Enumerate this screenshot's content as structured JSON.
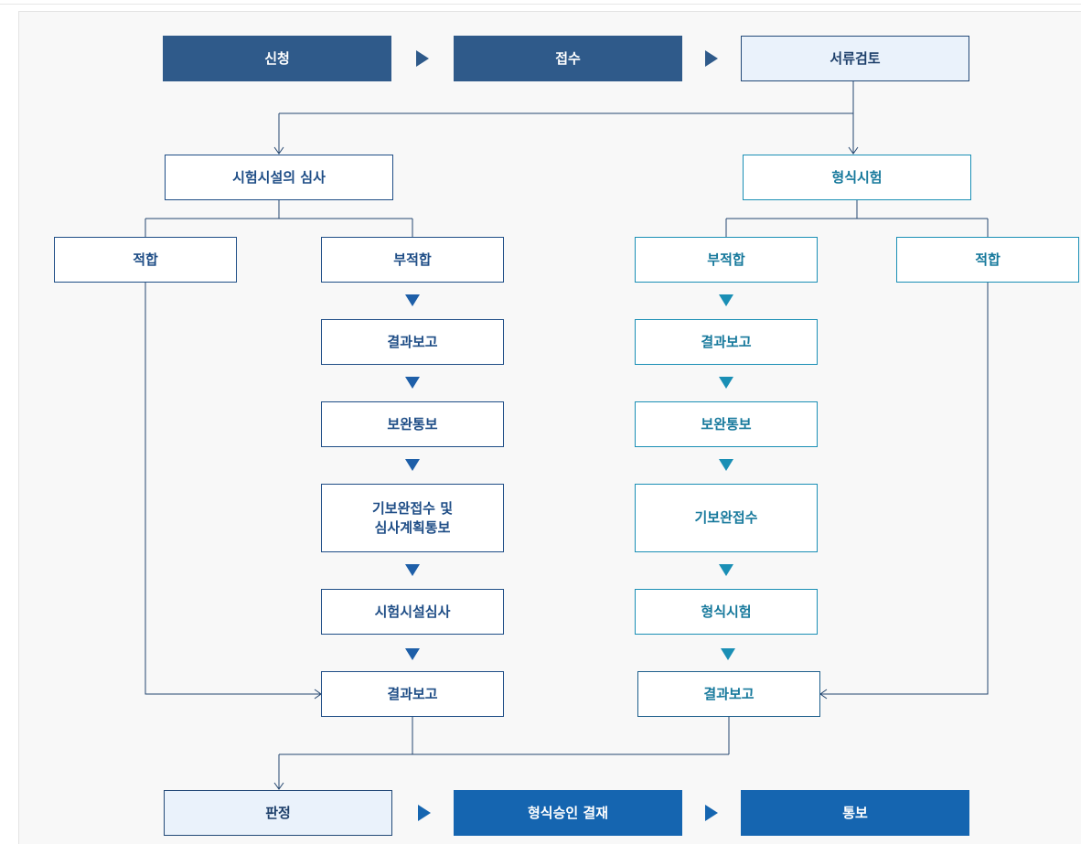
{
  "top": {
    "apply": "신청",
    "receipt": "접수",
    "doc_review": "서류검토"
  },
  "left": {
    "header": "시험시설의 심사",
    "pass": "적합",
    "fail": "부적합",
    "steps": [
      "결과보고",
      "보완통보",
      "기보완접수 및\n심사계획통보",
      "시험시설심사",
      "결과보고"
    ]
  },
  "right": {
    "header": "형식시험",
    "pass": "적합",
    "fail": "부적합",
    "steps": [
      "결과보고",
      "보완통보",
      "기보완접수",
      "형식시험",
      "결과보고"
    ]
  },
  "bottom": {
    "judgement": "판정",
    "approval": "형식승인 결재",
    "notice": "통보"
  },
  "colors": {
    "navy": "#2f5a8a",
    "blue": "#1565b0",
    "teal": "#1a8fb5",
    "arrow_left": "#1e5fa8",
    "arrow_right": "#1a8fb5"
  }
}
